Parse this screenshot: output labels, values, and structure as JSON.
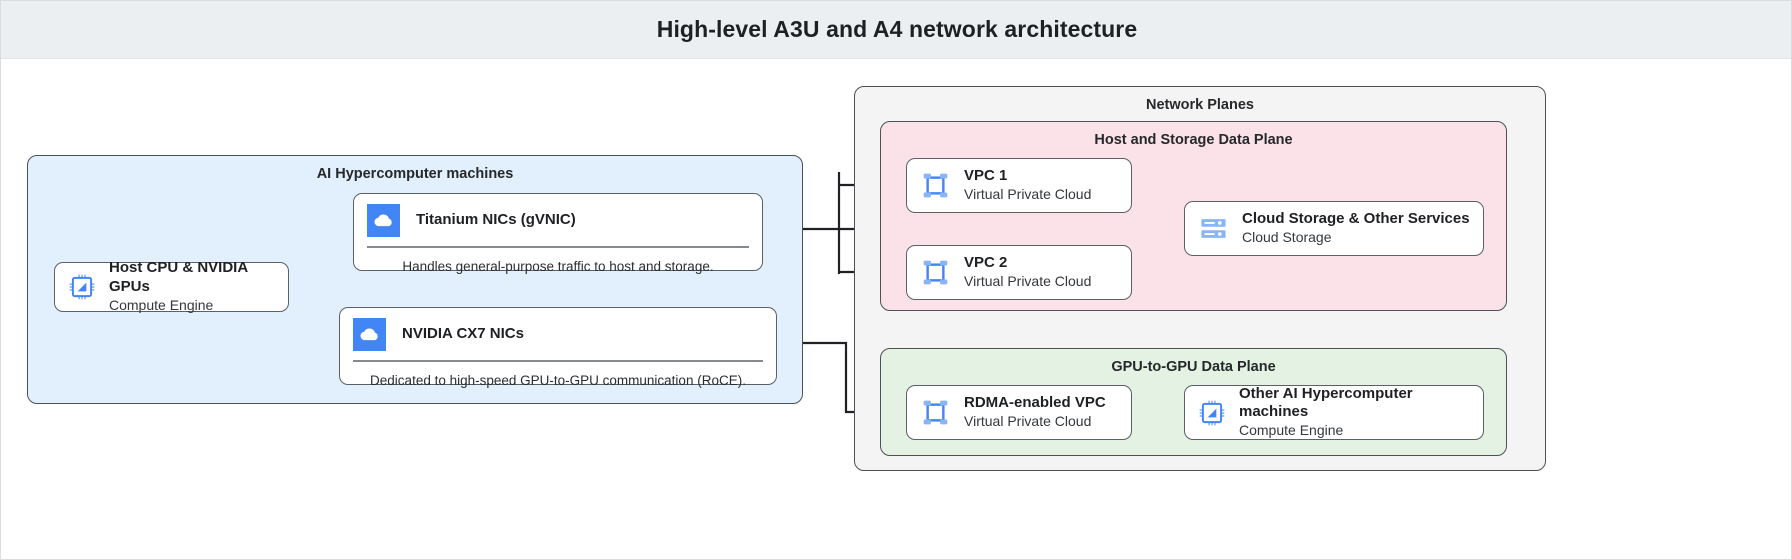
{
  "header": {
    "title": "High-level A3U and A4 network architecture"
  },
  "colors": {
    "header_bg": "#eceff1",
    "machines_bg": "#e2effc",
    "planes_bg": "#f4f4f4",
    "host_plane_bg": "#fbe2e8",
    "gpu_plane_bg": "#e4f2e3",
    "icon_blue": "#4285f4",
    "icon_blue_light": "#8ab4f8",
    "border": "#4d5156",
    "wire": "#202124"
  },
  "groups": {
    "machines": {
      "label": "AI Hypercomputer machines"
    },
    "network_planes": {
      "label": "Network Planes"
    },
    "host_storage_plane": {
      "label": "Host and Storage Data Plane"
    },
    "gpu_plane": {
      "label": "GPU-to-GPU Data Plane"
    }
  },
  "nodes": {
    "host_cpu": {
      "title": "Host CPU & NVIDIA GPUs",
      "subtitle": "Compute Engine",
      "icon": "cpu-chip-icon"
    },
    "titanium_nics": {
      "title": "Titanium NICs (gVNIC)",
      "description": "Handles general-purpose traffic to host and storage.",
      "icon": "cloud-icon"
    },
    "cx7_nics": {
      "title": "NVIDIA CX7 NICs",
      "description": "Dedicated to high-speed GPU-to-GPU communication (RoCE).",
      "icon": "cloud-icon"
    },
    "vpc1": {
      "title": "VPC 1",
      "subtitle": "Virtual Private Cloud",
      "icon": "vpc-icon"
    },
    "vpc2": {
      "title": "VPC 2",
      "subtitle": "Virtual Private Cloud",
      "icon": "vpc-icon"
    },
    "cloud_storage": {
      "title": "Cloud Storage & Other Services",
      "subtitle": "Cloud Storage",
      "icon": "storage-rack-icon"
    },
    "rdma_vpc": {
      "title": "RDMA-enabled VPC",
      "subtitle": "Virtual Private Cloud",
      "icon": "vpc-icon"
    },
    "other_machines": {
      "title": "Other AI Hypercomputer machines",
      "subtitle": "Compute Engine",
      "icon": "cpu-chip-icon"
    }
  }
}
